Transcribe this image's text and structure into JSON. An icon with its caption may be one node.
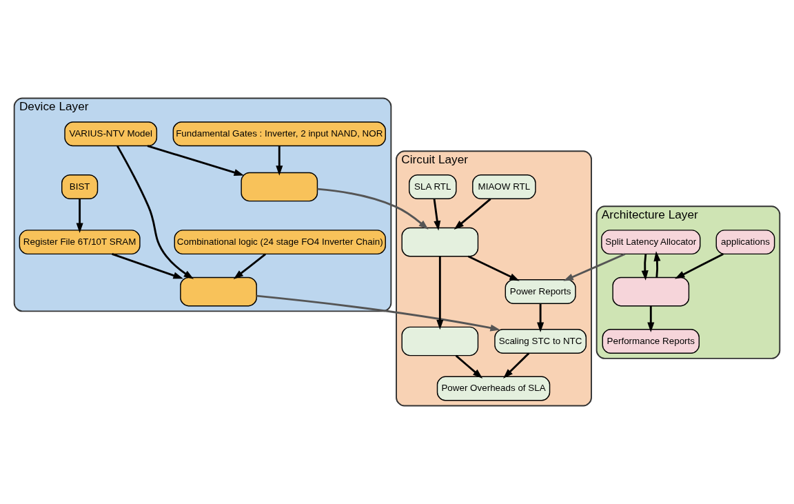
{
  "diagram": {
    "nodes": [
      {
        "text": [
          "Device Layer"
        ]
      },
      {
        "text": [
          "Fundamental Gates : Inverter, 2 input NAND, NOR"
        ],
        "in": 0
      },
      {
        "text": [
          "Combinational logic (24 stage FO4 Inverter Chain)"
        ],
        "in": 0
      },
      {
        "text": [
          "Register File 6T/10T SRAM"
        ],
        "in": 0
      },
      {
        "text": [
          "VARIUS-NTV Model"
        ],
        "in": 0
      },
      {
        "text": [],
        "shape": "box",
        "in": 0
      },
      {
        "text": [],
        "shape": "box",
        "in": 0
      },
      {
        "text": [
          "BIST"
        ],
        "in": 0
      },
      {
        "text": [
          "Circuit Layer"
        ]
      },
      {
        "text": [
          "MIAOW RTL"
        ],
        "in": 8
      },
      {
        "text": [
          "SLA RTL"
        ],
        "in": 8
      },
      {
        "text": [],
        "shape": "box",
        "in": 8
      },
      {
        "text": [],
        "shape": "box",
        "in": 8
      },
      {
        "text": [
          "Scaling STC to NTC"
        ],
        "in": 8
      },
      {
        "text": [
          "Power Reports"
        ],
        "in": 8
      },
      {
        "text": [
          "Power Overheads of SLA"
        ],
        "in": 8
      },
      {
        "text": [
          "Architecture Layer"
        ]
      },
      {
        "text": [
          "Split Latency Allocator"
        ],
        "in": 16
      },
      {
        "text": [
          "applications"
        ],
        "in": 16
      },
      {
        "text": [],
        "shape": "box",
        "in": 16
      },
      {
        "text": [
          "Performance Reports"
        ],
        "in": 16
      }
    ],
    "edges": [
      {
        "from": 1,
        "to": 5,
        "arrow": "to"
      },
      {
        "from": 4,
        "to": 5,
        "arrow": "to"
      },
      {
        "from": 4,
        "to": 6,
        "arrow": "to"
      },
      {
        "from": 2,
        "to": 6,
        "arrow": "to"
      },
      {
        "from": 3,
        "to": 6,
        "arrow": "to"
      },
      {
        "from": 7,
        "to": 3,
        "arrow": "to"
      },
      {
        "from": 5,
        "to": 11,
        "arrow": "to",
        "color": "#555555"
      },
      {
        "from": 6,
        "to": 13,
        "arrow": "to",
        "color": "#555555"
      },
      {
        "from": 9,
        "to": 11,
        "arrow": "to"
      },
      {
        "from": 10,
        "to": 11,
        "arrow": "to"
      },
      {
        "from": 11,
        "to": 12,
        "arrow": "to"
      },
      {
        "from": 11,
        "to": 14,
        "arrow": "to"
      },
      {
        "from": 12,
        "to": 15,
        "arrow": "to"
      },
      {
        "from": 13,
        "to": 15,
        "arrow": "to"
      },
      {
        "from": 14,
        "to": 13,
        "arrow": "to"
      },
      {
        "from": 17,
        "to": 14,
        "arrow": "to",
        "color": "#555555"
      },
      {
        "from": 18,
        "to": 19,
        "arrow": "to"
      },
      {
        "from": 19,
        "to": 20,
        "arrow": "to"
      },
      {
        "from": 19,
        "to": 17,
        "arrow": "to"
      },
      {
        "from": 17,
        "to": 19,
        "arrow": "to"
      }
    ]
  }
}
